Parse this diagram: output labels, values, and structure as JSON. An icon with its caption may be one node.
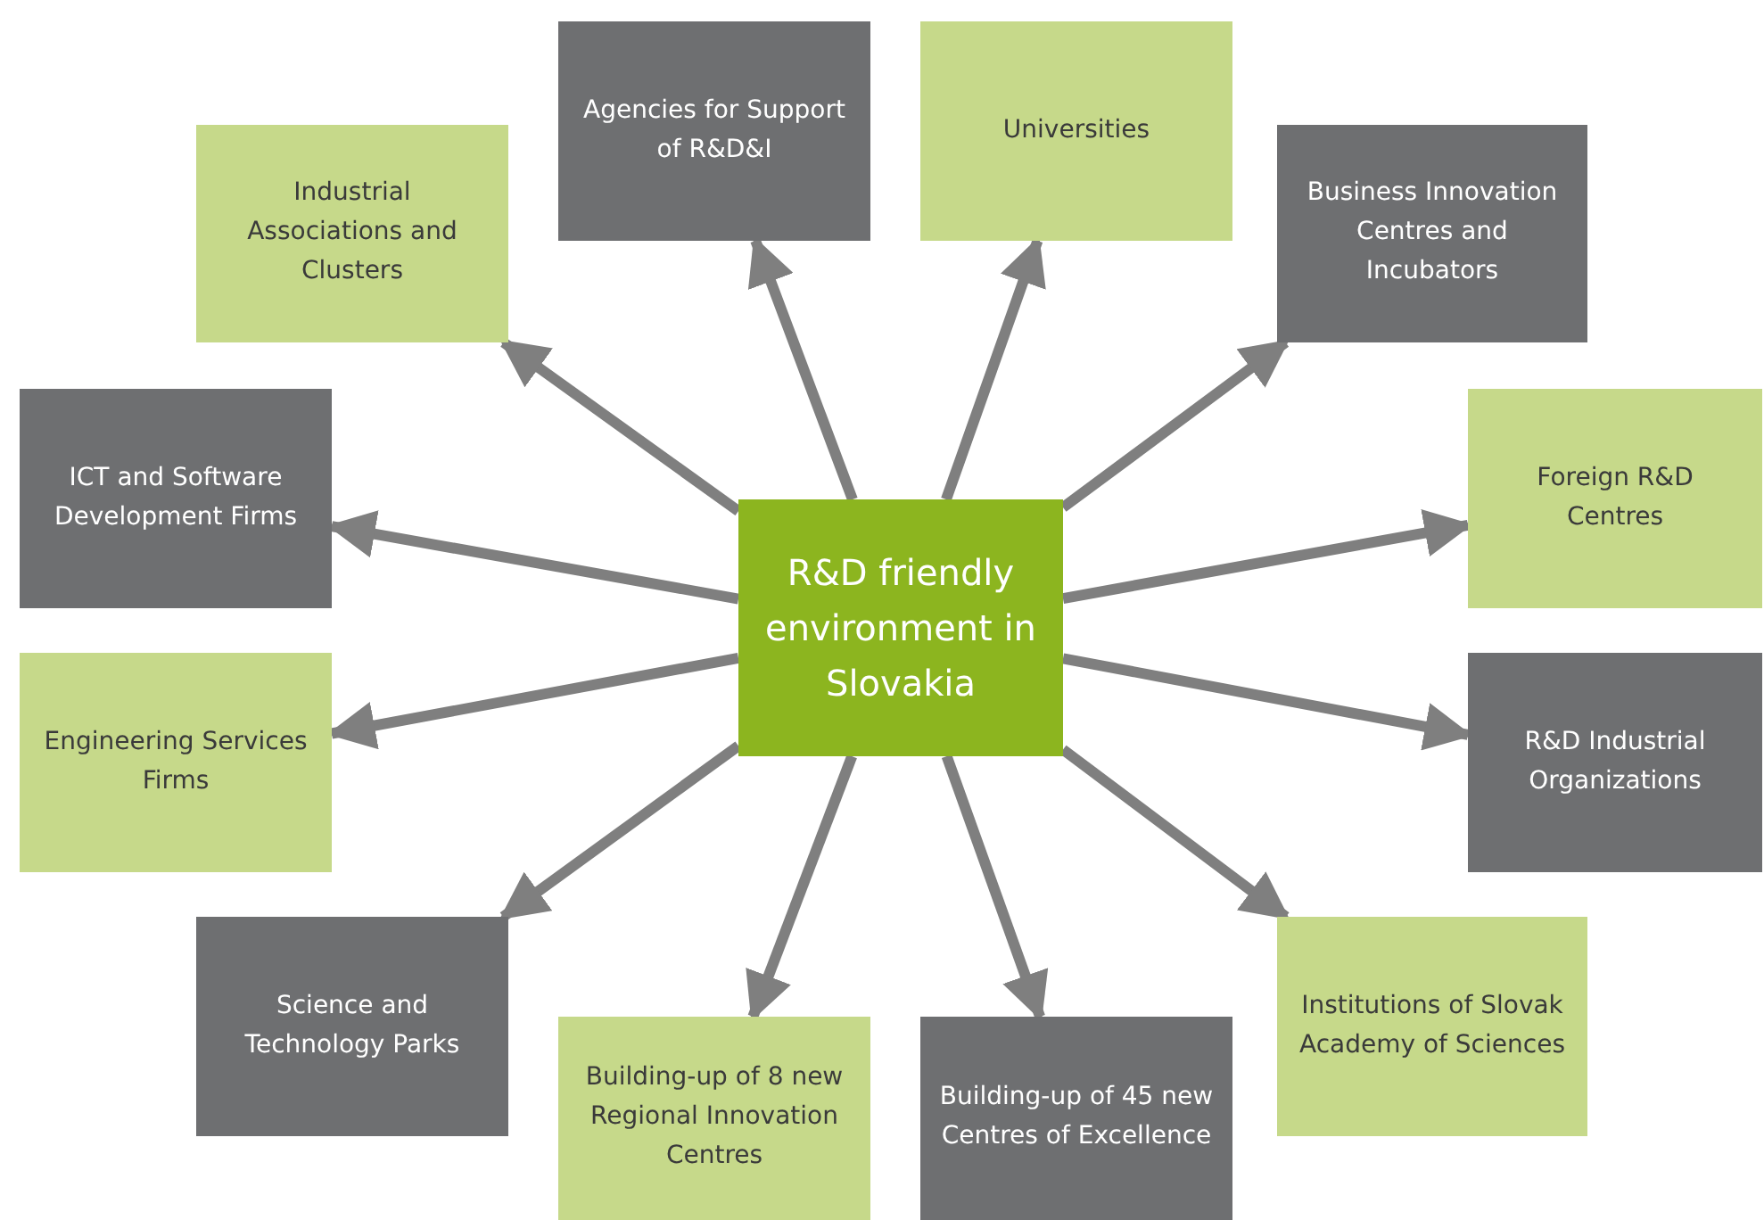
{
  "diagram": {
    "nodes": [
      {
        "text": [
          "R&D friendly environment in Slovakia"
        ]
      },
      {
        "text": [
          "Agencies for Support of R&D&I"
        ]
      },
      {
        "text": [
          "Universities"
        ]
      },
      {
        "text": [
          "Industrial Associations and Clusters"
        ]
      },
      {
        "text": [
          "Business Innovation Centres and Incubators"
        ]
      },
      {
        "text": [
          "ICT and Software Development Firms"
        ]
      },
      {
        "text": [
          "Foreign R&D Centres"
        ]
      },
      {
        "text": [
          "Engineering Services Firms"
        ]
      },
      {
        "text": [
          "R&D Industrial Organizations"
        ]
      },
      {
        "text": [
          "Science and Technology Parks"
        ]
      },
      {
        "text": [
          "Institutions of Slovak Academy of Sciences"
        ]
      },
      {
        "text": [
          "Building-up of 8 new Regional Innovation Centres"
        ]
      },
      {
        "text": [
          "Building-up of 45 new Centres of Excellence"
        ]
      }
    ],
    "edges": [
      {
        "from": 0,
        "to": 1,
        "arrow": "to"
      },
      {
        "from": 0,
        "to": 2,
        "arrow": "to"
      },
      {
        "from": 0,
        "to": 3,
        "arrow": "to"
      },
      {
        "from": 0,
        "to": 4,
        "arrow": "to"
      },
      {
        "from": 0,
        "to": 5,
        "arrow": "to"
      },
      {
        "from": 0,
        "to": 6,
        "arrow": "to"
      },
      {
        "from": 0,
        "to": 7,
        "arrow": "to"
      },
      {
        "from": 0,
        "to": 8,
        "arrow": "to"
      },
      {
        "from": 0,
        "to": 9,
        "arrow": "to"
      },
      {
        "from": 0,
        "to": 10,
        "arrow": "to"
      },
      {
        "from": 0,
        "to": 11,
        "arrow": "to"
      },
      {
        "from": 0,
        "to": 12,
        "arrow": "to"
      }
    ]
  }
}
